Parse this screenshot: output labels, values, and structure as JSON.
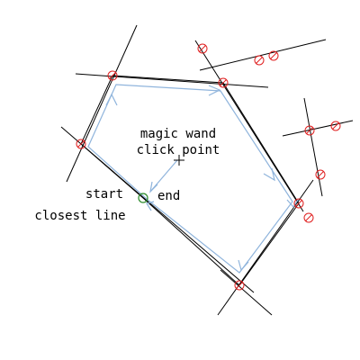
{
  "labels": {
    "magic_wand_line1": "magic wand",
    "magic_wand_line2": "click point",
    "start": "start",
    "closest_line": "closest line",
    "end": "end"
  },
  "colors": {
    "line": "#000000",
    "path": "#8fb4dc",
    "intersection": "#e02020",
    "start_point": "#2a8a2a",
    "background": "#ffffff"
  }
}
